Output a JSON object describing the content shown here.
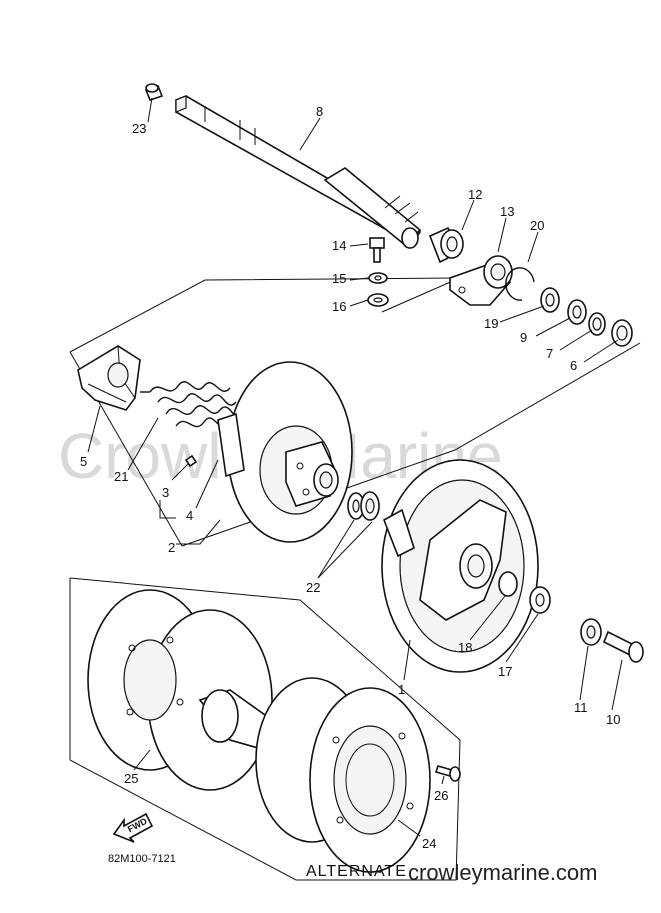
{
  "watermark": "Crowley Marine",
  "footer_url": "crowleymarine.com",
  "alternate_label": "ALTERNATE",
  "diagram_code": "82M100-7121",
  "forward_label": "FWD",
  "parts": [
    {
      "id": "p1",
      "label": "1"
    },
    {
      "id": "p2",
      "label": "2"
    },
    {
      "id": "p3",
      "label": "3"
    },
    {
      "id": "p4",
      "label": "4"
    },
    {
      "id": "p5",
      "label": "5"
    },
    {
      "id": "p6",
      "label": "6"
    },
    {
      "id": "p7",
      "label": "7"
    },
    {
      "id": "p8",
      "label": "8"
    },
    {
      "id": "p9",
      "label": "9"
    },
    {
      "id": "p10",
      "label": "10"
    },
    {
      "id": "p11",
      "label": "11"
    },
    {
      "id": "p12",
      "label": "12"
    },
    {
      "id": "p13",
      "label": "13"
    },
    {
      "id": "p14",
      "label": "14"
    },
    {
      "id": "p15",
      "label": "15"
    },
    {
      "id": "p16",
      "label": "16"
    },
    {
      "id": "p17",
      "label": "17"
    },
    {
      "id": "p18",
      "label": "18"
    },
    {
      "id": "p19",
      "label": "19"
    },
    {
      "id": "p20",
      "label": "20"
    },
    {
      "id": "p21",
      "label": "21"
    },
    {
      "id": "p22",
      "label": "22"
    },
    {
      "id": "p23",
      "label": "23"
    },
    {
      "id": "p24",
      "label": "24"
    },
    {
      "id": "p25",
      "label": "25"
    },
    {
      "id": "p26",
      "label": "26"
    }
  ]
}
